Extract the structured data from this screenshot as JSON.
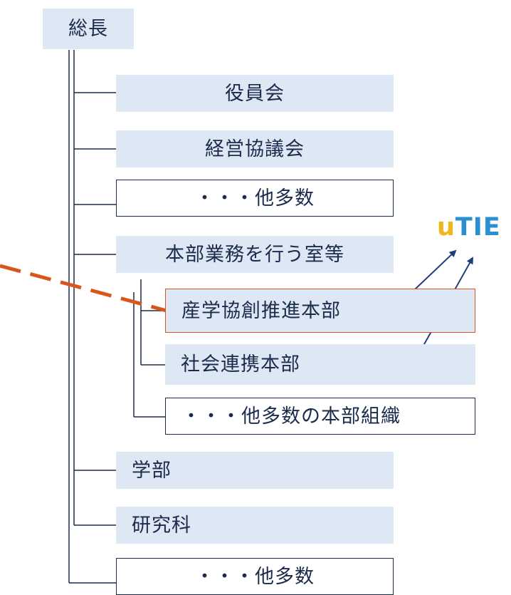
{
  "nodes": {
    "president": "総長",
    "board": "役員会",
    "management_council": "経営協議会",
    "others_1": "・・・他多数",
    "hq_offices": "本部業務を行う室等",
    "industry_academia": "産学協創推進本部",
    "social_cooperation": "社会連携本部",
    "others_hq": "・・・他多数の本部組織",
    "faculties": "学部",
    "graduate_schools": "研究科",
    "others_2": "・・・他多数"
  },
  "logo": {
    "prefix": "u",
    "suffix": "TIE",
    "prefix_color": "#f2b51b",
    "suffix_color": "#2a8fd0"
  },
  "colors": {
    "box_fill": "#dde8f4",
    "line": "#1a2b4c",
    "highlight": "#d9561b",
    "arrow": "#1f3d7a"
  }
}
